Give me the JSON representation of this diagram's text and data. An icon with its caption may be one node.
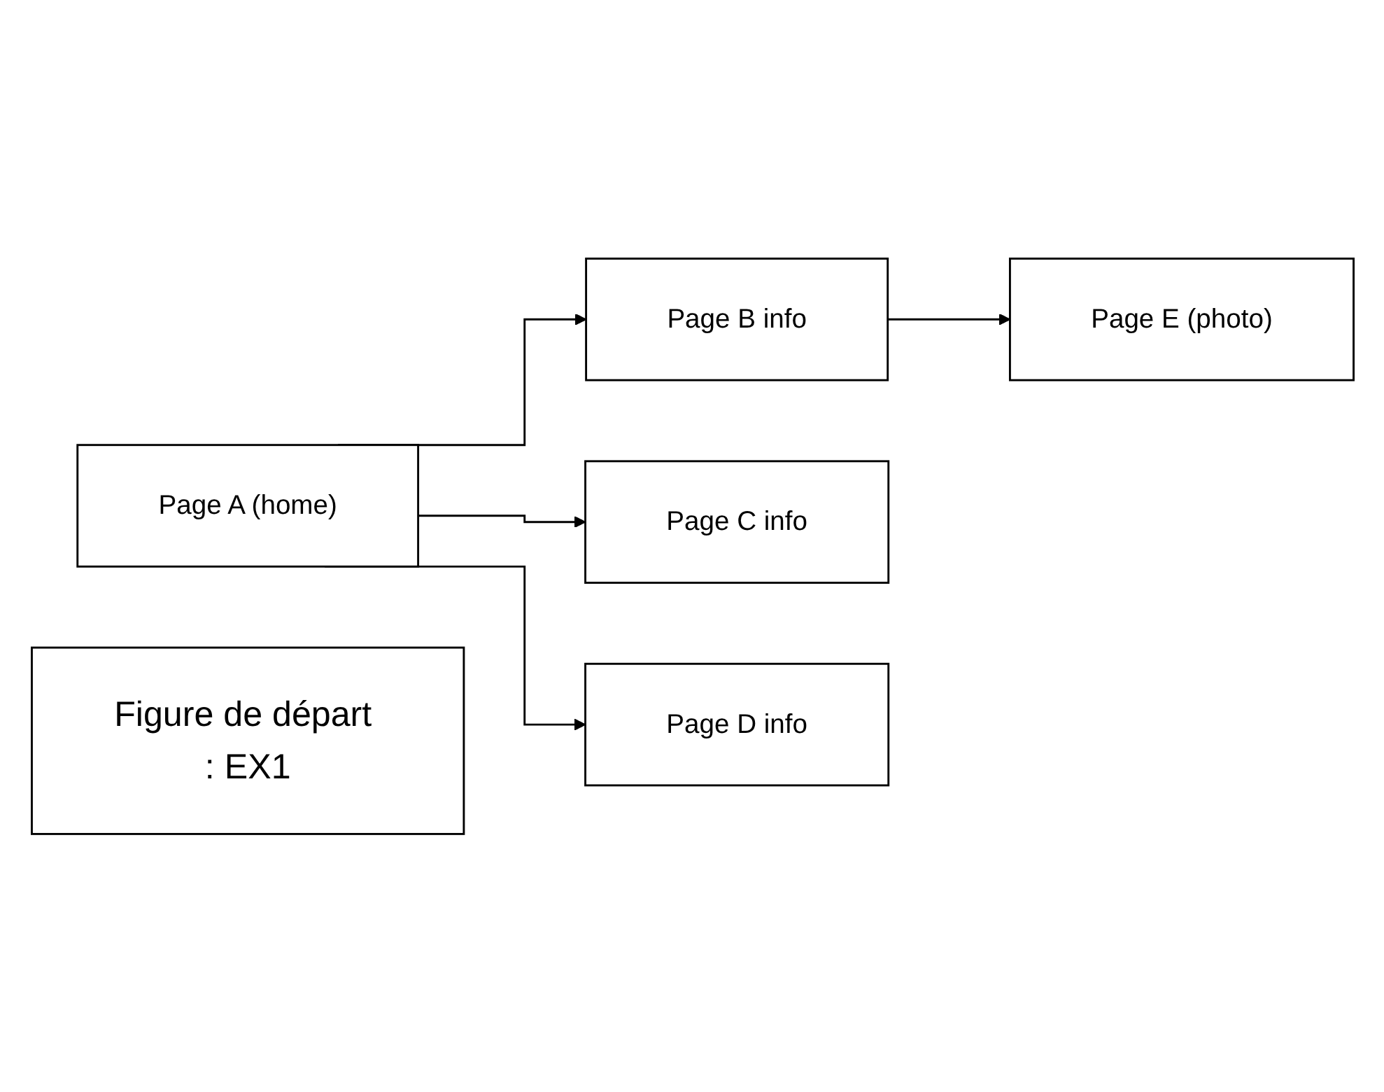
{
  "diagram": {
    "nodes": [
      {
        "text": [
          "Page A (home)"
        ]
      },
      {
        "text": [
          "Page B info"
        ]
      },
      {
        "text": [
          "Page E (photo)"
        ]
      },
      {
        "text": [
          "Page C info"
        ]
      },
      {
        "text": [
          "Page D info"
        ]
      },
      {
        "text": [
          "Figure de départ : EX1"
        ]
      }
    ],
    "edges": [
      {
        "from": 0,
        "to": 1,
        "arrow": "to"
      },
      {
        "from": 1,
        "to": 2,
        "arrow": "to"
      },
      {
        "from": 0,
        "to": 3,
        "arrow": "to"
      },
      {
        "from": 0,
        "to": 4,
        "arrow": "to"
      }
    ]
  }
}
